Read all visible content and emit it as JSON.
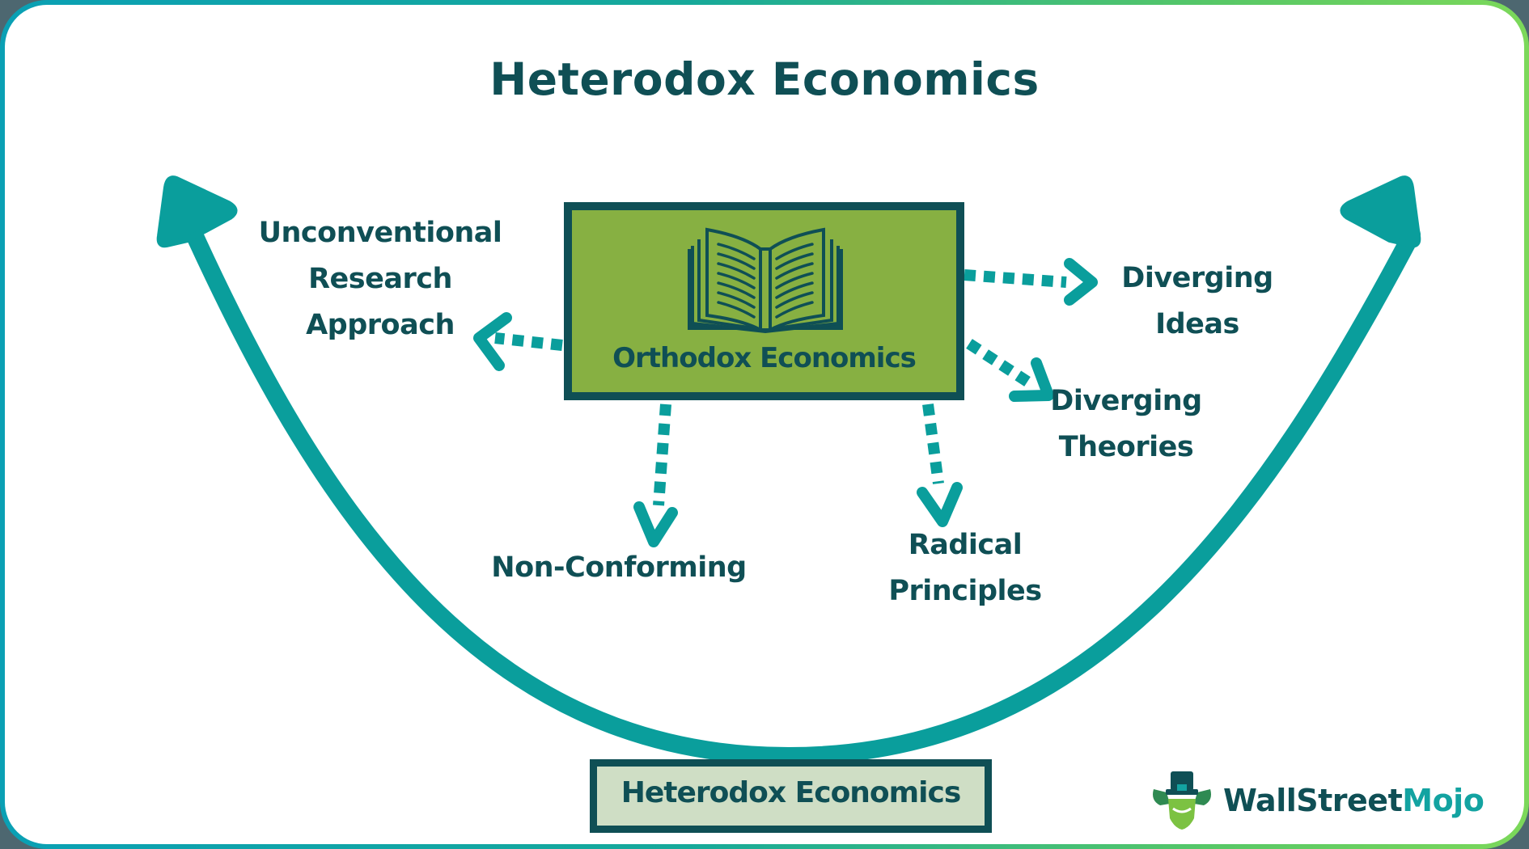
{
  "title": "Heterodox Economics",
  "center": {
    "label": "Orthodox Economics",
    "icon": "open-book-icon"
  },
  "base": {
    "label": "Heterodox Economics"
  },
  "branches": [
    {
      "id": "unconventional",
      "lines": [
        "Unconventional",
        "Research",
        "Approach"
      ]
    },
    {
      "id": "diverging-ideas",
      "lines": [
        "Diverging",
        "Ideas"
      ]
    },
    {
      "id": "diverging-theories",
      "lines": [
        "Diverging",
        "Theories"
      ]
    },
    {
      "id": "non-conforming",
      "lines": [
        "Non-Conforming"
      ]
    },
    {
      "id": "radical-principles",
      "lines": [
        "Radical",
        "Principles"
      ]
    }
  ],
  "brand": {
    "name_part1": "WallStreet",
    "name_part2": "Mojo",
    "icon": "bull-mascot-icon"
  },
  "colors": {
    "dark_teal": "#0f4f55",
    "teal": "#0a9e9c",
    "olive_green": "#87b042",
    "pale_green": "#cfdec5"
  }
}
